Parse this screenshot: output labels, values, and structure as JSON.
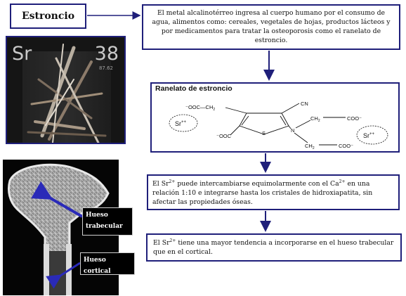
{
  "title": "Estroncio",
  "element_card": {
    "symbol": "Sr",
    "atomic_number": "38",
    "atomic_mass": "87.62"
  },
  "intro_text": "El metal alcalinotérreo ingresa al cuerpo humano por el consumo de agua, alimentos como: cereales, vegetales de hojas, productos lácteos y por medicamentos para tratar la osteoporosis como el ranelato de estroncio.",
  "structure": {
    "title": "Ranelato de estroncio",
    "ion": "Sr",
    "ion_charge": "++",
    "groups": {
      "ooc_ch2": "⁻OOC—CH",
      "cn": "CN",
      "ooc": "⁻OOC",
      "s": "S",
      "n": "N",
      "ch2_top": "CH",
      "coo_top": "COO⁻",
      "ch2_bottom": "CH",
      "coo_bottom": "COO⁻",
      "sub2": "2"
    }
  },
  "exchange_text": {
    "p1": "El Sr",
    "sup1": "2+",
    "p2": " puede intercambiarse equimolarmente con el Ca",
    "sup2": "2+",
    "p3": " en una relación 1:10 e integrarse hasta los cristales de hidroxiapatita, sin afectar las propiedades óseas."
  },
  "tendency_text": {
    "p1": "El Sr",
    "sup1": "2+",
    "p2": " tiene una mayor tendencia a incorporarse en el hueso trabecular que en el cortical."
  },
  "bone_labels": {
    "trabecular": "Hueso trabecular",
    "cortical": "Hueso cortical"
  },
  "colors": {
    "border": "#1f1f7a",
    "arrow": "#1f1f7a",
    "label_pointer": "#2a2ab8"
  }
}
